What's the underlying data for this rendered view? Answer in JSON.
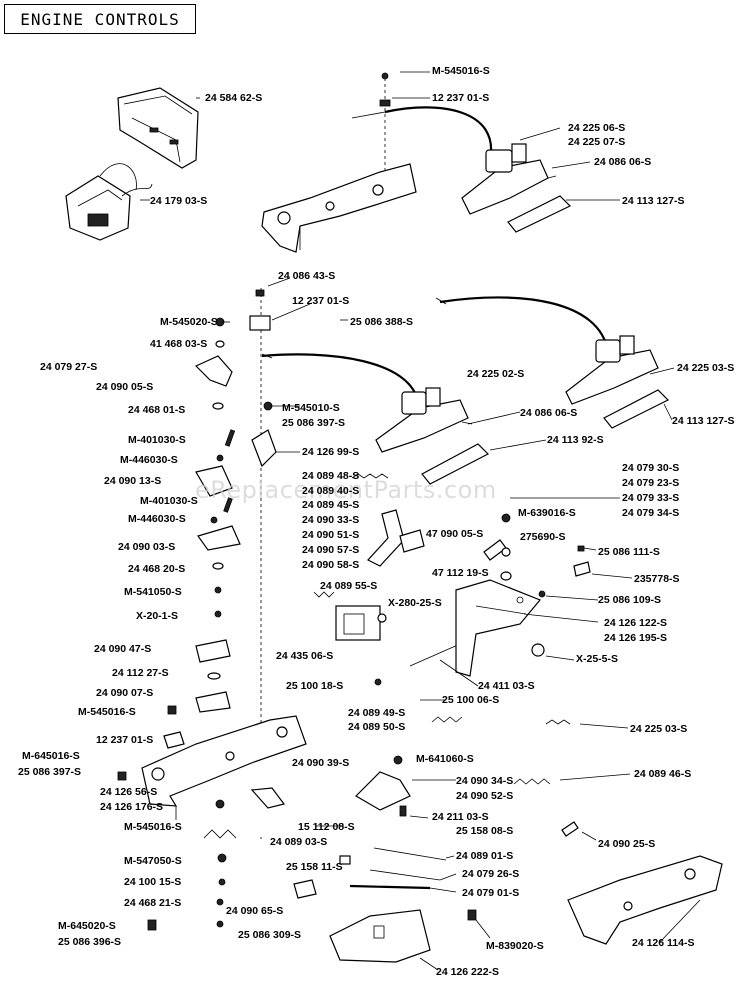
{
  "title": "ENGINE CONTROLS",
  "watermark": "eReplacementParts.com",
  "labels": [
    "M-545016-S",
    "12 237 01-S",
    "24 584 62-S",
    "24 225 06-S",
    "24 225 07-S",
    "24 086 06-S",
    "24 179 03-S",
    "24 113 127-S",
    "24 086 43-S",
    "12 237 01-S",
    "M-545020-S",
    "25 086 388-S",
    "41 468 03-S",
    "24 079 27-S",
    "24 225 03-S",
    "24 225 02-S",
    "24 090 05-S",
    "M-545010-S",
    "25 086 397-S",
    "24 468 01-S",
    "24 086 06-S",
    "24 113 127-S",
    "M-401030-S",
    "24 113 92-S",
    "M-446030-S",
    "24 126 99-S",
    "24 079 30-S",
    "24 079 23-S",
    "24 089 48-S",
    "24 090 13-S",
    "24 089 40-S",
    "24 079 33-S",
    "24 089 45-S",
    "M-401030-S",
    "M-639016-S",
    "24 079 34-S",
    "M-446030-S",
    "24 090 33-S",
    "47 090 05-S",
    "24 090 51-S",
    "275690-S",
    "24 090 03-S",
    "24 090 57-S",
    "25 086 111-S",
    "24 468 20-S",
    "24 090 58-S",
    "47 112 19-S",
    "235778-S",
    "M-541050-S",
    "24 089 55-S",
    "X-280-25-S",
    "25 086 109-S",
    "X-20-1-S",
    "24 126 122-S",
    "24 126 195-S",
    "24 090 47-S",
    "24 435 06-S",
    "X-25-5-S",
    "24 112 27-S",
    "24 411 03-S",
    "25 100 18-S",
    "24 090 07-S",
    "25 100 06-S",
    "M-545016-S",
    "24 089 49-S",
    "24 089 50-S",
    "24 225 03-S",
    "12 237 01-S",
    "M-645016-S",
    "M-641060-S",
    "25 086 397-S",
    "24 090 39-S",
    "24 090 34-S",
    "24 089 46-S",
    "24 126 56-S",
    "24 090 52-S",
    "24 126 176-S",
    "24 211 03-S",
    "M-545016-S",
    "15 112 08-S",
    "25 158 08-S",
    "24 090 25-S",
    "24 089 03-S",
    "M-547050-S",
    "24 089 01-S",
    "25 158 11-S",
    "24 100 15-S",
    "24 079 26-S",
    "24 079 01-S",
    "24 468 21-S",
    "24 090 65-S",
    "M-839020-S",
    "M-645020-S",
    "25 086 309-S",
    "24 126 114-S",
    "25 086 396-S",
    "24 126 222-S"
  ]
}
